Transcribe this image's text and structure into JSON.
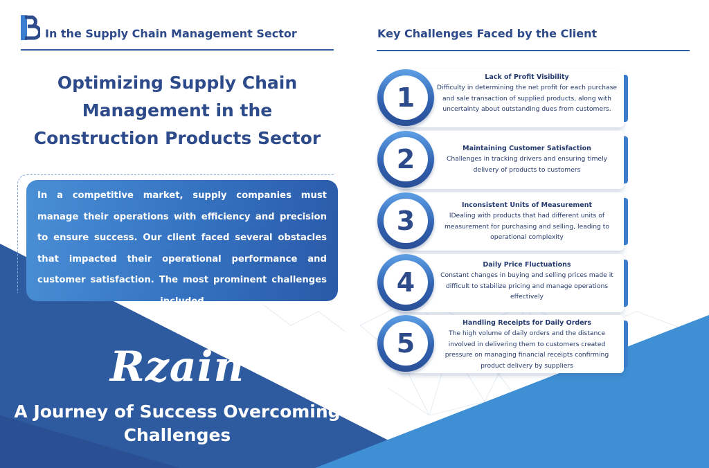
{
  "colors": {
    "navy": "#2d4a8a",
    "blue": "#3471bf",
    "light_blue": "#4a8fd6",
    "dark_blue": "#2a5aa8"
  },
  "header": {
    "sector_title": "In the Supply Chain Management Sector",
    "challenges_title": "Key Challenges Faced by the Client"
  },
  "main_title": "Optimizing Supply Chain Management in the Construction Products Sector",
  "intro": "In a competitive market, supply companies must manage their operations with efficiency and precision to ensure success. Our client faced several obstacles that impacted their operational performance and customer satisfaction. The most prominent challenges included",
  "brand": "Rzain",
  "tagline": "A Journey of Success Overcoming Challenges",
  "challenges": [
    {
      "number": "1",
      "title": "Lack of Profit Visibility",
      "description": "Difficulty in determining the net profit for each purchase and sale transaction of supplied products, along with uncertainty about outstanding dues from customers."
    },
    {
      "number": "2",
      "title": "Maintaining Customer Satisfaction",
      "description": "Challenges in tracking drivers and ensuring timely delivery of products to customers"
    },
    {
      "number": "3",
      "title": "Inconsistent Units of Measurement",
      "description": "lDealing with products that had different units of measurement for purchasing and selling, leading to operational complexity"
    },
    {
      "number": "4",
      "title": "Daily Price Fluctuations",
      "description": "Constant changes in buying and selling prices made it difficult to stabilize pricing and manage operations effectively"
    },
    {
      "number": "5",
      "title": "Handling Receipts for Daily Orders",
      "description": "The high volume of daily orders and the distance involved in delivering them to customers created pressure on managing financial receipts confirming product delivery by suppliers"
    }
  ]
}
